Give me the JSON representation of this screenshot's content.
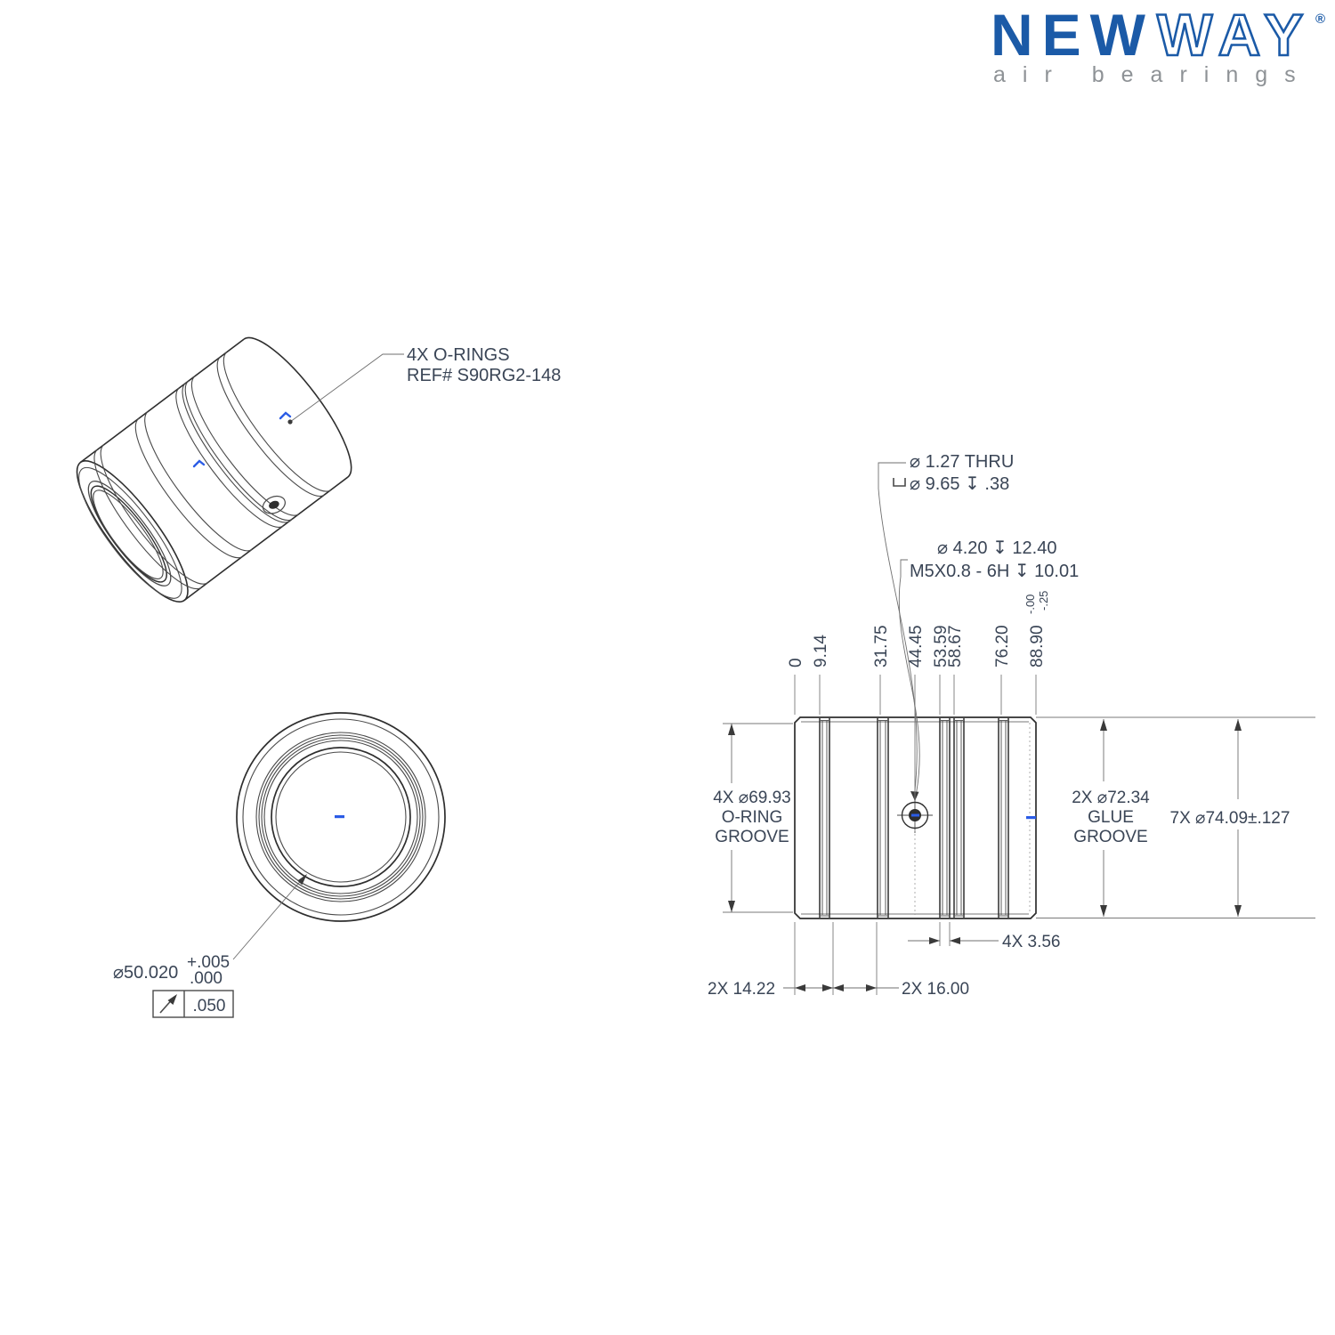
{
  "colors": {
    "logo_blue": "#1b5aa7",
    "tagline_gray": "#8e9296",
    "line_dark": "#2e2e2e",
    "dim_gray": "#6f6f6f",
    "text_color": "#3a4556",
    "marker_blue": "#2b5ce6"
  },
  "logo": {
    "word1": "NEW",
    "word2": "WAY",
    "registered": "®",
    "tagline": "air bearings"
  },
  "iso_view": {
    "oring_callout_line1": "4X O-RINGS",
    "oring_callout_line2": "REF# S90RG2-148"
  },
  "front_view": {
    "bore_dim": "⌀50.020",
    "bore_tol_upper": "+.005",
    "bore_tol_lower": ".000",
    "runout_value": ".050"
  },
  "side_view": {
    "cbore_line1": "⌀ 1.27 THRU",
    "cbore_line2": "⌀ 9.65 ↧ .38",
    "tap_line1": "⌀ 4.20 ↧ 12.40",
    "tap_line2": "M5X0.8 - 6H ↧ 10.01",
    "ordinates": [
      "0",
      "9.14",
      "31.75",
      "44.45",
      "53.59",
      "58.67",
      "76.20"
    ],
    "ordinate_max": "88.90",
    "ordinate_max_tol_upper": "-.00",
    "ordinate_max_tol_lower": "-.25",
    "oring_groove_line1": "4X ⌀69.93",
    "oring_groove_line2": "O-RING",
    "oring_groove_line3": "GROOVE",
    "glue_groove_line1": "2X ⌀72.34",
    "glue_groove_line2": "GLUE",
    "glue_groove_line3": "GROOVE",
    "outer_dia": "7X ⌀74.09±.127",
    "groove_width": "4X 3.56",
    "end_width": "2X 14.22",
    "mid_width": "2X 16.00"
  }
}
